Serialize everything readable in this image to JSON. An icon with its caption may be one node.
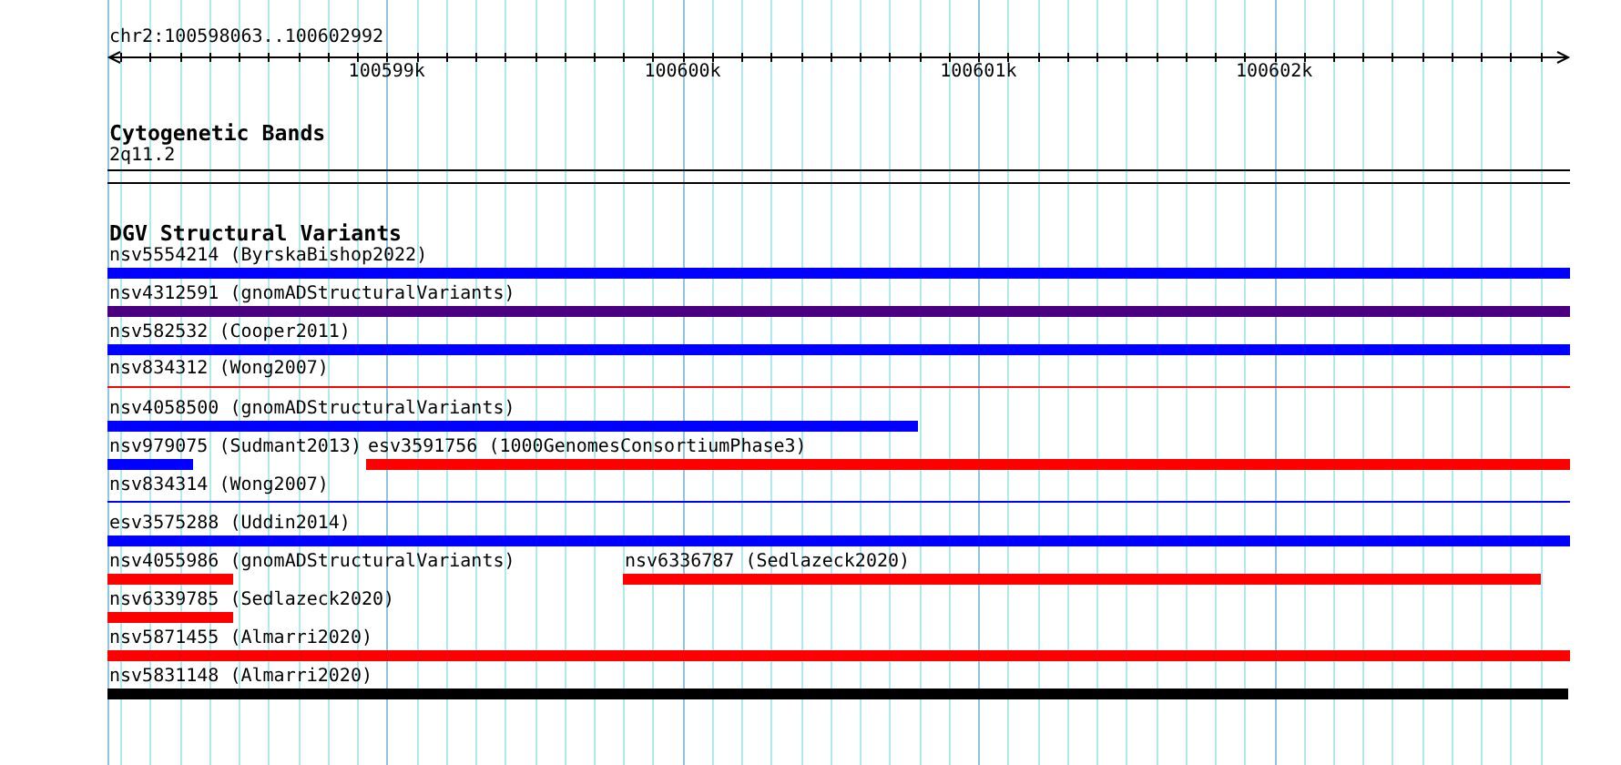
{
  "diagram": {
    "nodes": [
      {
        "text": [
          "2q11.2"
        ]
      },
      {
        "text": [
          "nsv5554214 (ByrskaBishop2022)"
        ]
      },
      {
        "text": [
          "nsv4312591 (gnomADStructuralVariants)"
        ]
      },
      {
        "text": [
          "nsv582532 (Cooper2011)"
        ]
      },
      {
        "text": [
          "nsv834312 (Wong2007)"
        ]
      },
      {
        "text": [
          "nsv4058500 (gnomADStructuralVariants)"
        ]
      },
      {
        "text": [
          "nsv979075 (Sudmant2013)"
        ]
      },
      {
        "text": [
          "esv3591756 (1000GenomesConsortiumPhase3)"
        ]
      },
      {
        "text": [
          "nsv834314 (Wong2007)"
        ]
      },
      {
        "text": [
          "esv3575288 (Uddin2014)"
        ]
      },
      {
        "text": [
          "nsv4055986 (gnomADStructuralVariants)"
        ]
      },
      {
        "text": [
          "nsv6336787 (Sedlazeck2020)"
        ]
      },
      {
        "text": [
          "nsv6339785 (Sedlazeck2020)"
        ]
      },
      {
        "text": [
          "nsv5871455 (Almarri2020)"
        ]
      },
      {
        "text": [
          "nsv5831148 (Almarri2020)"
        ]
      }
    ],
    "labels": [
      "chr2:100598063..100602992",
      "100599k",
      "100600k",
      "100601k",
      "100602k",
      "Cytogenetic Bands",
      "DGV Structural Variants"
    ]
  }
}
